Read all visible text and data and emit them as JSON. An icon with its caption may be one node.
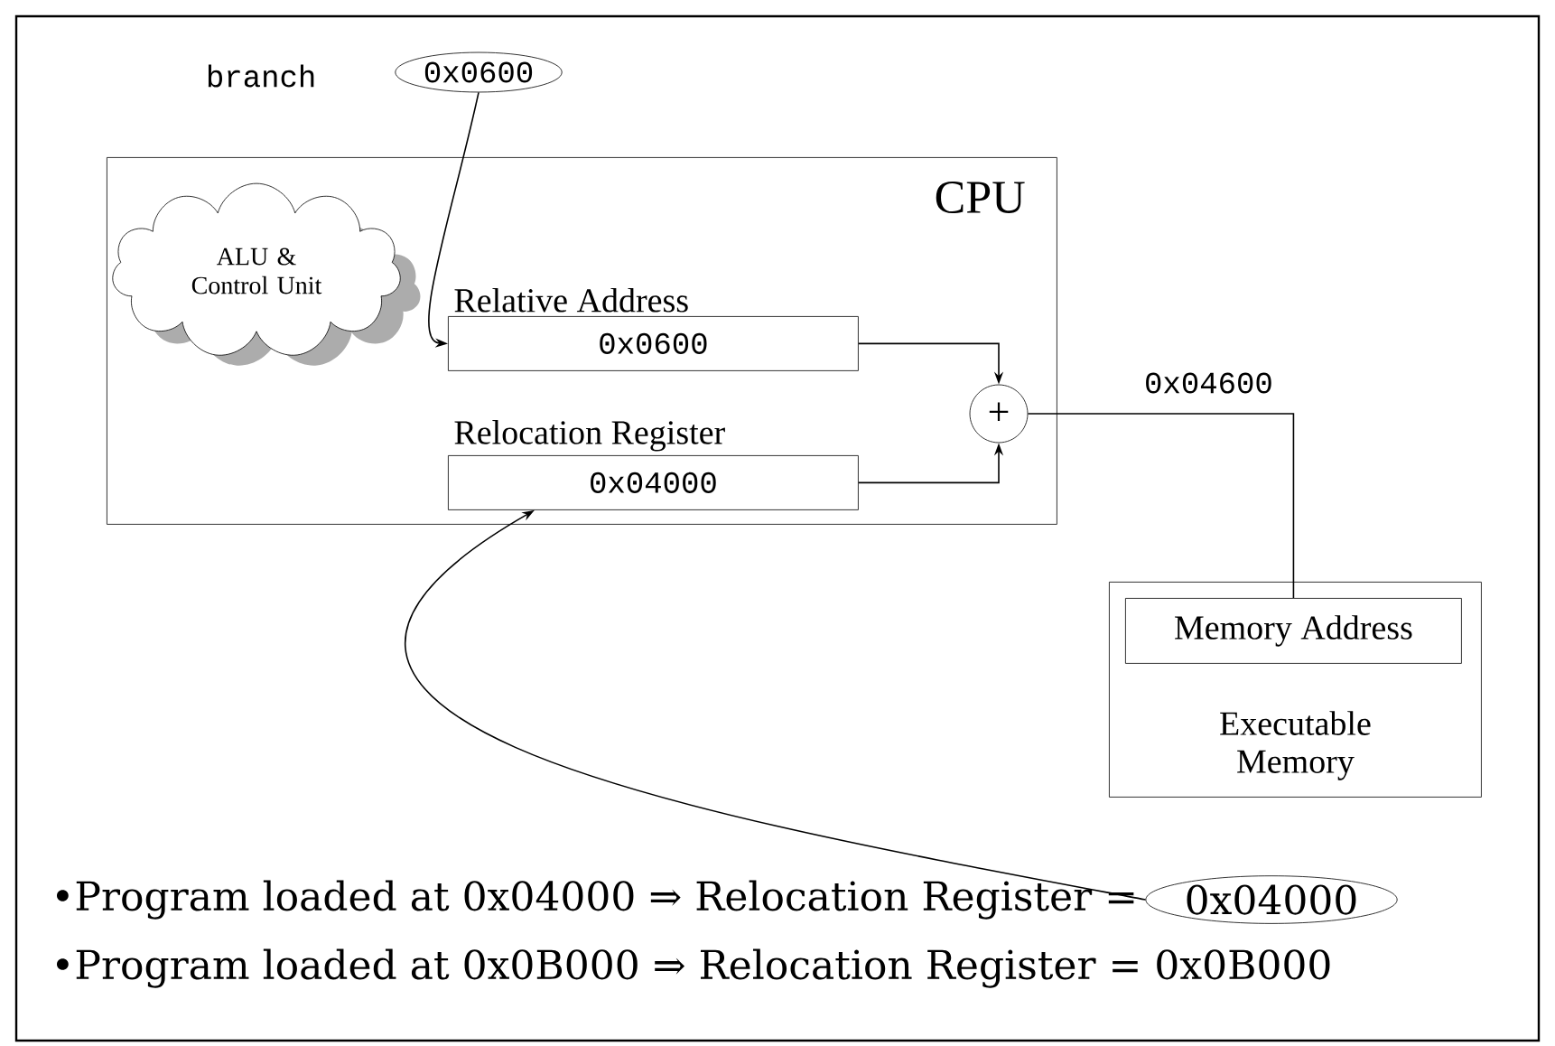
{
  "diagram": {
    "nodes": [
      {
        "text": [
          "0x0600"
        ],
        "beside": [
          "branch"
        ]
      },
      {
        "text": [
          "CPU"
        ]
      },
      {
        "text": [
          "ALU & Control Unit"
        ],
        "in": 1
      },
      {
        "text": [
          "Relative Address",
          "0x0600"
        ],
        "in": 1
      },
      {
        "text": [
          "Relocation Register",
          "0x04000"
        ],
        "in": 1
      },
      {
        "text": [
          "+"
        ],
        "in": 1
      },
      {
        "text": [
          "Executable Memory"
        ]
      },
      {
        "text": [
          "Memory Address"
        ],
        "in": 6
      },
      {
        "text": [
          "0x04000"
        ]
      }
    ],
    "edges": [
      {
        "from": 0,
        "to": 3,
        "arrow": "to"
      },
      {
        "from": 3,
        "to": 5,
        "arrow": "to"
      },
      {
        "from": 4,
        "to": 5,
        "arrow": "to"
      },
      {
        "from": 5,
        "to": 7,
        "arrow": "none",
        "label": "0x04600"
      },
      {
        "from": 8,
        "to": 4,
        "arrow": "to"
      }
    ],
    "labels": [
      "•Program loaded at 0x04000 ⇒ Relocation Register =",
      "•Program loaded at 0x0B000 ⇒ Relocation Register = 0x0B000"
    ]
  }
}
